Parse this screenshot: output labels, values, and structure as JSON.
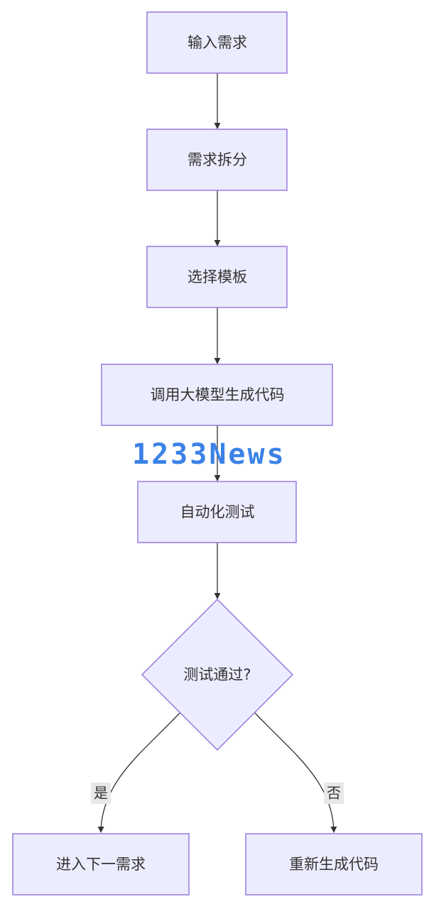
{
  "diagram": {
    "nodes": {
      "input_requirement": "输入需求",
      "split_requirement": "需求拆分",
      "select_template": "选择模板",
      "call_llm": "调用大模型生成代码",
      "auto_test": "自动化测试",
      "test_passed": "测试通过?",
      "next_requirement": "进入下一需求",
      "regenerate_code": "重新生成代码"
    },
    "edge_labels": {
      "yes": "是",
      "no": "否"
    }
  },
  "watermark": "1233News",
  "colors": {
    "node_fill": "#ececff",
    "node_border": "#9370db",
    "edge": "#333333",
    "text": "#333333",
    "label_bg": "#e8e8e8",
    "watermark": "#3b82e6"
  }
}
